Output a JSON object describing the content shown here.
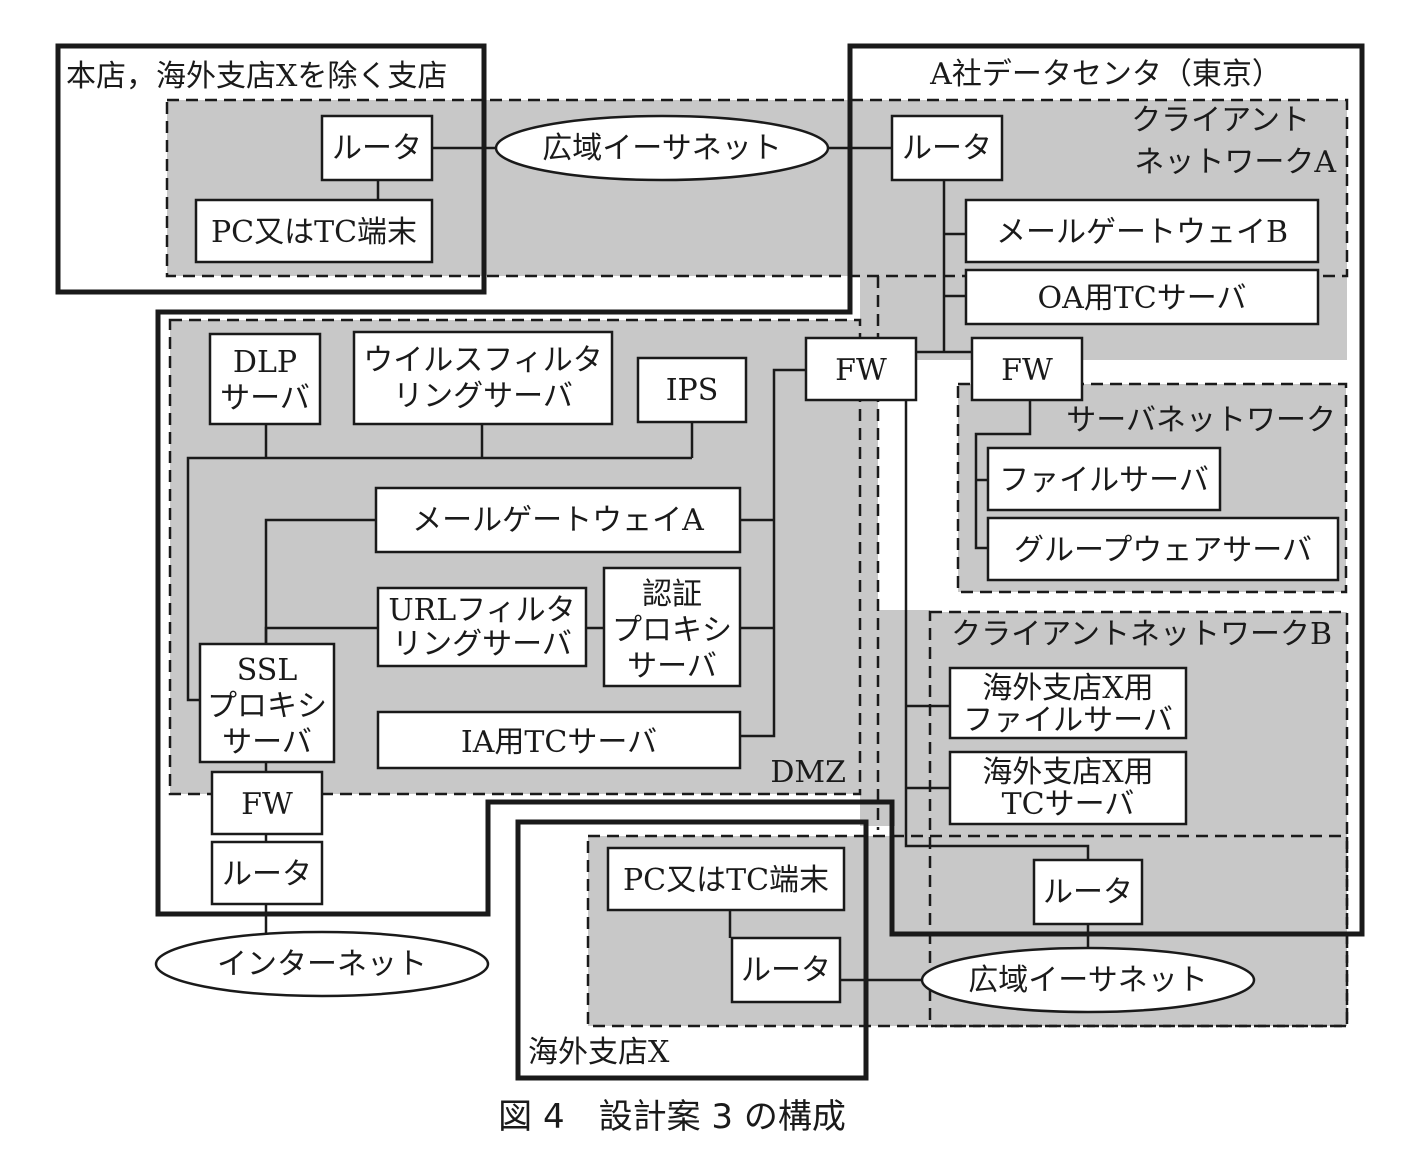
{
  "caption": "図 4　設計案 3 の構成",
  "regions": {
    "branches": "本店，海外支店Xを除く支店",
    "datacenter": "A社データセンタ（東京）",
    "client_net_a_line1": "クライアント",
    "client_net_a_line2": "ネットワークA",
    "server_net": "サーバネットワーク",
    "client_net_b": "クライアントネットワークB",
    "dmz": "DMZ",
    "overseas_branch": "海外支店X"
  },
  "nodes": {
    "branch_router": "ルータ",
    "branch_terminal": "PC又はTC端末",
    "wan_top": "広域イーサネット",
    "dc_router": "ルータ",
    "mail_gw_b": "メールゲートウェイB",
    "oa_tc_server": "OA用TCサーバ",
    "fw_dmz": "FW",
    "fw_server": "FW",
    "file_server": "ファイルサーバ",
    "groupware_server": "グループウェアサーバ",
    "dlp_line1": "DLP",
    "dlp_line2": "サーバ",
    "virus_filter_line1": "ウイルスフィルタ",
    "virus_filter_line2": "リングサーバ",
    "ips": "IPS",
    "mail_gw_a": "メールゲートウェイA",
    "url_filter_line1": "URLフィルタ",
    "url_filter_line2": "リングサーバ",
    "auth_proxy_line1": "認証",
    "auth_proxy_line2": "プロキシ",
    "auth_proxy_line3": "サーバ",
    "ssl_proxy_line1": "SSL",
    "ssl_proxy_line2": "プロキシ",
    "ssl_proxy_line3": "サーバ",
    "ia_tc_server": "IA用TCサーバ",
    "fw_internet": "FW",
    "internet_router": "ルータ",
    "internet": "インターネット",
    "x_file_server_line1": "海外支店X用",
    "x_file_server_line2": "ファイルサーバ",
    "x_tc_server_line1": "海外支店X用",
    "x_tc_server_line2": "TCサーバ",
    "dc_router_b": "ルータ",
    "x_terminal": "PC又はTC端末",
    "x_router": "ルータ",
    "wan_bottom": "広域イーサネット"
  }
}
